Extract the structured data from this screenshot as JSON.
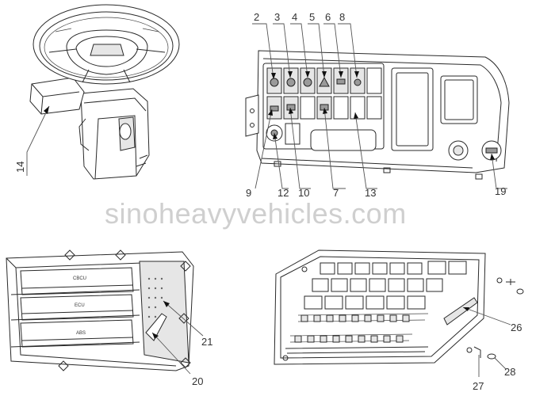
{
  "watermark": "sinoheavyvehicles.com",
  "callouts": {
    "c2": "2",
    "c3": "3",
    "c4": "4",
    "c5": "5",
    "c6": "6",
    "c8": "8",
    "c9": "9",
    "c12": "12",
    "c10": "10",
    "c7": "7",
    "c13": "13",
    "c19": "19",
    "c14": "14",
    "c21": "21",
    "c20": "20",
    "c26": "26",
    "c27": "27",
    "c28": "28"
  },
  "ecu_labels": {
    "cbcu": "CBCU",
    "ecu": "ECU",
    "abs": "ABS"
  }
}
